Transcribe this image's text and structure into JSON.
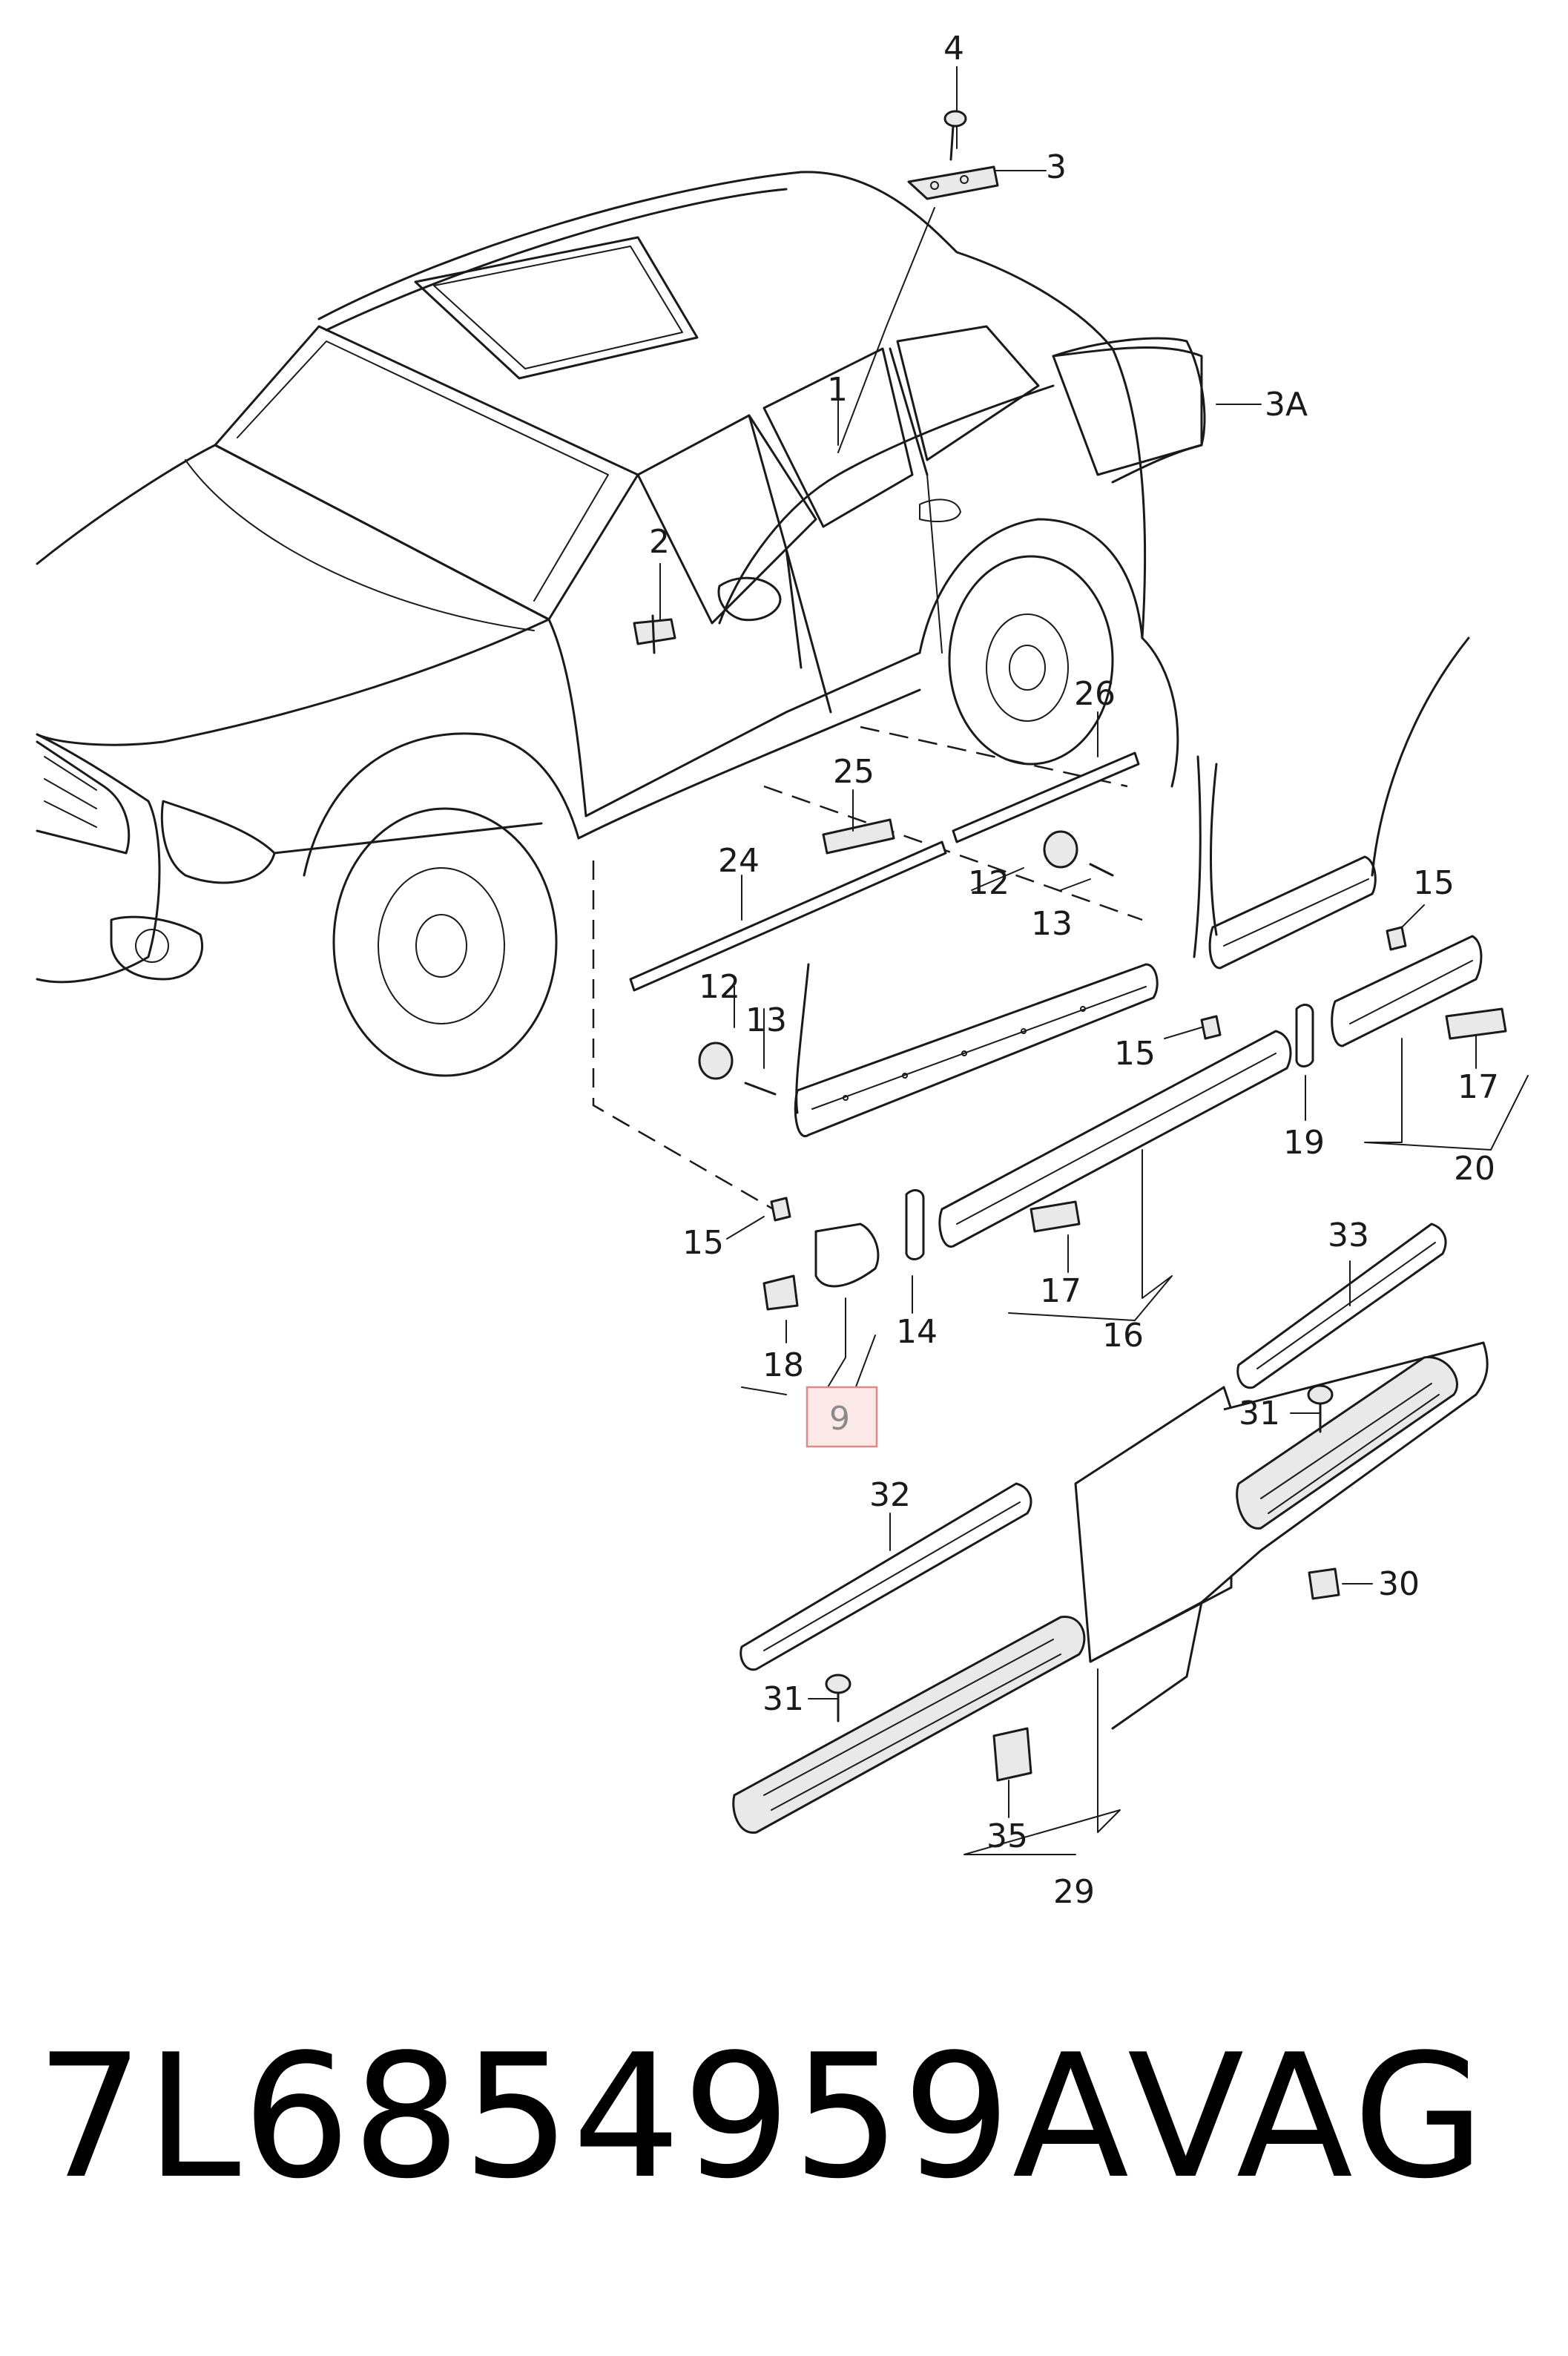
{
  "diagram": {
    "callouts": {
      "c1": "1",
      "c2": "2",
      "c3": "3",
      "c3a": "3A",
      "c4": "4",
      "c9": "9",
      "c12a": "12",
      "c12b": "12",
      "c13a": "13",
      "c13b": "13",
      "c14": "14",
      "c15a": "15",
      "c15b": "15",
      "c15c": "15",
      "c16": "16",
      "c17a": "17",
      "c17b": "17",
      "c18": "18",
      "c19": "19",
      "c20": "20",
      "c24": "24",
      "c25": "25",
      "c26": "26",
      "c29": "29",
      "c30": "30",
      "c31a": "31",
      "c31b": "31",
      "c32": "32",
      "c33": "33",
      "c35": "35"
    },
    "highlighted_callout": "9"
  },
  "footer": {
    "part_number": "7L6854959A",
    "brand": "VAG"
  }
}
